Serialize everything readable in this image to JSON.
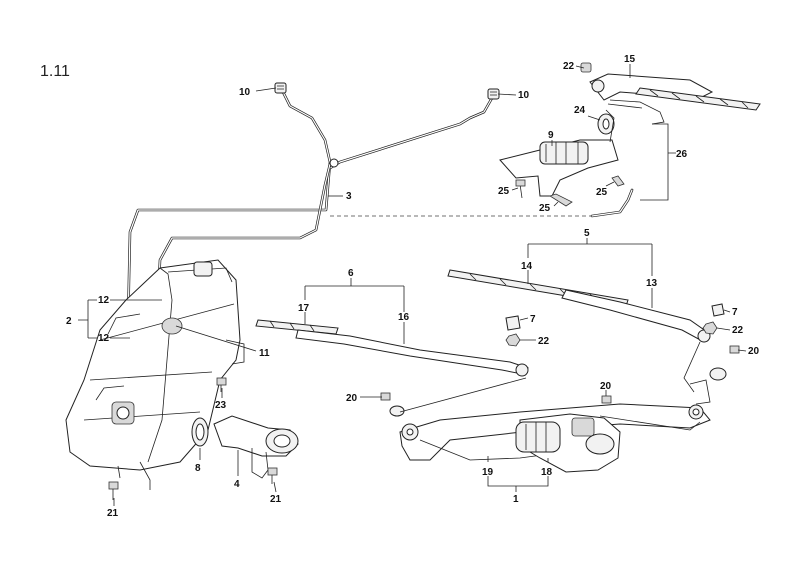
{
  "section_number": "1.11",
  "labels": {
    "l1": "1",
    "l2": "2",
    "l3": "3",
    "l4": "4",
    "l5": "5",
    "l6": "6",
    "l7a": "7",
    "l7b": "7",
    "l8": "8",
    "l9": "9",
    "l10a": "10",
    "l10b": "10",
    "l11": "11",
    "l12a": "12",
    "l12b": "12",
    "l13": "13",
    "l14": "14",
    "l15": "15",
    "l16": "16",
    "l17": "17",
    "l18": "18",
    "l19": "19",
    "l20a": "20",
    "l20b": "20",
    "l20c": "20",
    "l21a": "21",
    "l21b": "21",
    "l22a": "22",
    "l22b": "22",
    "l22c": "22",
    "l23": "23",
    "l24": "24",
    "l25a": "25",
    "l25b": "25",
    "l25c": "25",
    "l26": "26"
  }
}
